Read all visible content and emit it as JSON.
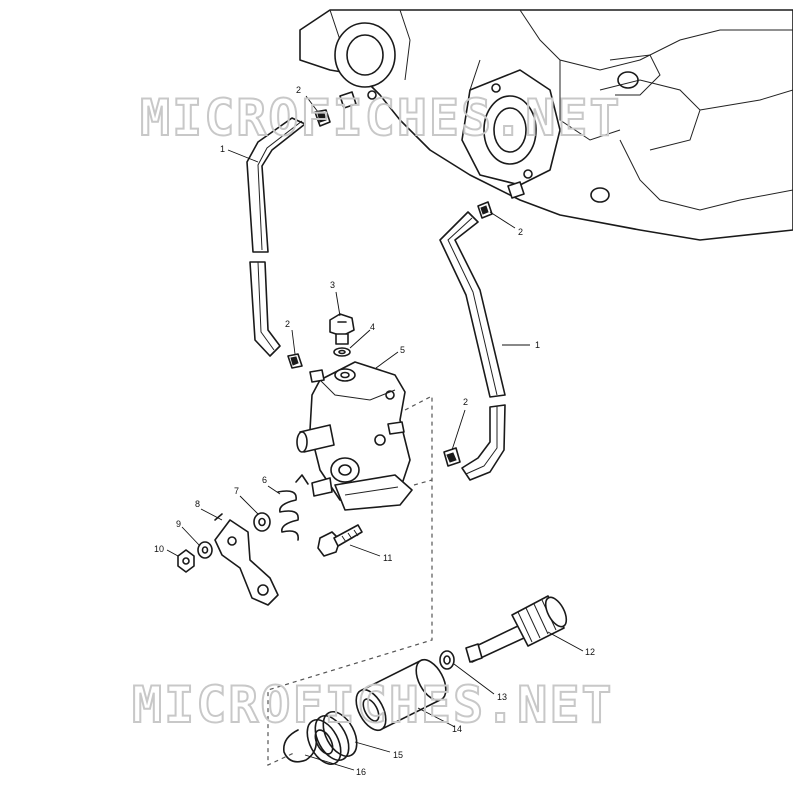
{
  "watermarks": [
    "MICROFICHES.NET",
    "MICROFICHES.NET"
  ],
  "callouts": [
    {
      "id": "c-2a",
      "text": "2"
    },
    {
      "id": "c-1a",
      "text": "1"
    },
    {
      "id": "c-2b",
      "text": "2"
    },
    {
      "id": "c-3",
      "text": "3"
    },
    {
      "id": "c-4",
      "text": "4"
    },
    {
      "id": "c-2c",
      "text": "2"
    },
    {
      "id": "c-5",
      "text": "5"
    },
    {
      "id": "c-1b",
      "text": "1"
    },
    {
      "id": "c-2d",
      "text": "2"
    },
    {
      "id": "c-6",
      "text": "6"
    },
    {
      "id": "c-7",
      "text": "7"
    },
    {
      "id": "c-8",
      "text": "8"
    },
    {
      "id": "c-9",
      "text": "9"
    },
    {
      "id": "c-10",
      "text": "10"
    },
    {
      "id": "c-11",
      "text": "11"
    },
    {
      "id": "c-12",
      "text": "12"
    },
    {
      "id": "c-13",
      "text": "13"
    },
    {
      "id": "c-14",
      "text": "14"
    },
    {
      "id": "c-15",
      "text": "15"
    },
    {
      "id": "c-16",
      "text": "16"
    }
  ]
}
